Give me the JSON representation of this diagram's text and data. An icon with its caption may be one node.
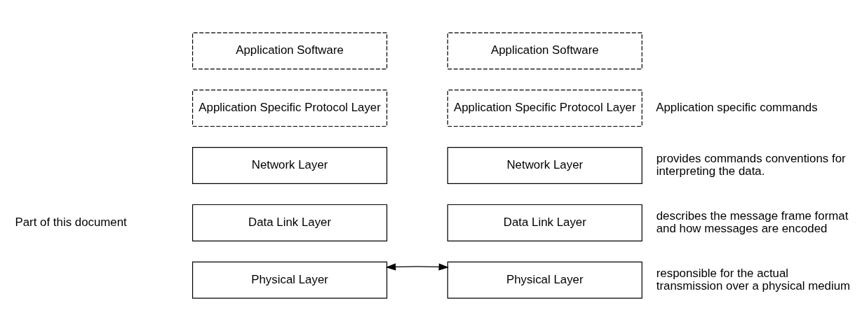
{
  "diagram": {
    "nodes": [
      {
        "text": [
          "Application Software"
        ]
      },
      {
        "text": [
          "Application Specific Protocol Layer"
        ]
      },
      {
        "text": [
          "Network Layer"
        ]
      },
      {
        "text": [
          "Data Link Layer"
        ]
      },
      {
        "text": [
          "Physical Layer"
        ]
      },
      {
        "text": [
          "Application Software"
        ]
      },
      {
        "text": [
          "Application Specific Protocol Layer"
        ],
        "beside": [
          "Application specific commands"
        ]
      },
      {
        "text": [
          "Network Layer"
        ],
        "beside": [
          "provides commands conventions for interpreting the data."
        ]
      },
      {
        "text": [
          "Data Link Layer"
        ],
        "beside": [
          "describes the message frame format and how messages are encoded"
        ]
      },
      {
        "text": [
          "Physical Layer"
        ],
        "beside": [
          "responsible for the actual transmission over a physical medium"
        ]
      }
    ],
    "edges": [
      {
        "from": 4,
        "to": 9,
        "arrow": "both"
      }
    ],
    "labels": [
      "Part of this document"
    ]
  }
}
